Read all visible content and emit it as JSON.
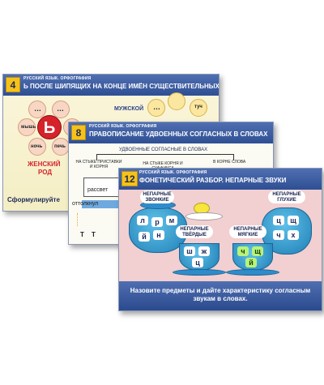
{
  "card1": {
    "number": "4",
    "subject": "РУССКИЙ ЯЗЫК. ОРФОГРАФИЯ",
    "title": "Ь ПОСЛЕ ШИПЯЩИХ НА КОНЦЕ ИМЁН СУЩЕСТВИТЕЛЬНЫХ",
    "center_letter": "Ь",
    "dots": "…",
    "word_mouse": "мышь",
    "word_night": "ночь",
    "word_stove": "печь",
    "word_tuch": "туч",
    "label_male": "МУЖСКОЙ",
    "label_female_1": "ЖЕНСКИЙ",
    "label_female_2": "РОД",
    "bottom_text": "Сформулируйте"
  },
  "card2": {
    "number": "8",
    "subject": "РУССКИЙ ЯЗЫК. ОРФОГРАФИЯ",
    "title": "ПРАВОПИСАНИЕ УДВОЕННЫХ СОГЛАСНЫХ В СЛОВАХ",
    "heading": "УДВОЕННЫЕ СОГЛАСНЫЕ В СЛОВАХ",
    "branch_left": "НА СТЫКЕ ПРИСТАВКИ И КОРНЯ",
    "branch_mid": "НА СТЫКЕ КОРНЯ И СУФФИКСА",
    "branch_right": "В КОРНЕ СЛОВА",
    "word_rassvet": "рассвет",
    "word_ottolknul": "оттолкнул",
    "letter_t1": "Т",
    "letter_t2": "Т"
  },
  "card3": {
    "number": "12",
    "subject": "РУССКИЙ ЯЗЫК. ОРФОГРАФИЯ",
    "title": "ФОНЕТИЧЕСКИЙ РАЗБОР. НЕПАРНЫЕ ЗВУКИ",
    "pot_left_label": "НЕПАРНЫЕ ЗВОНКИЕ",
    "pot_right_label": "НЕПАРНЫЕ ГЛУХИЕ",
    "cup_left_label": "НЕПАРНЫЕ ТВЁРДЫЕ",
    "cup_right_label": "НЕПАРНЫЕ МЯГКИЕ",
    "pot_left_letters": [
      "л",
      "р",
      "м",
      "н",
      "й"
    ],
    "pot_right_letters": [
      "ц",
      "щ",
      "ч",
      "х"
    ],
    "cup_left_letters": [
      "ш",
      "ж",
      "ц"
    ],
    "cup_right_letters": [
      "ч",
      "щ",
      "й"
    ],
    "footer": "Назовите предметы и дайте характеристику согласным звукам в словах."
  },
  "colors": {
    "header_blue": "#2f4f94",
    "badge_yellow": "#f6c21a",
    "accent_red": "#d6232b",
    "pot_blue": "#1f7fb6",
    "tablecloth_pink": "#f2cfd0"
  }
}
